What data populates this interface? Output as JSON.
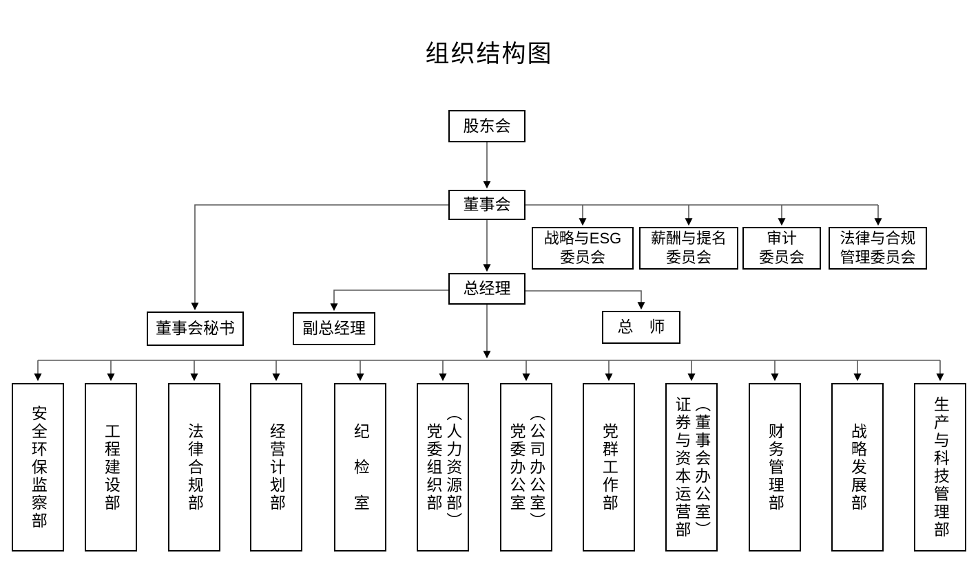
{
  "title": "组织结构图",
  "nodes": {
    "shareholders": {
      "label": "股东会"
    },
    "board": {
      "label": "董事会"
    },
    "general_manager": {
      "label": "总经理"
    },
    "board_secretary": {
      "label": "董事会秘书"
    },
    "deputy_general_manager": {
      "label": "副总经理"
    },
    "chief_engineer": {
      "label": "总　师"
    }
  },
  "committees": [
    {
      "label": "战略与ESG\n委员会"
    },
    {
      "label": "薪酬与提名\n委员会"
    },
    {
      "label": "审计\n委员会"
    },
    {
      "label": "法律与合规\n管理委员会"
    }
  ],
  "departments": [
    {
      "label": "安全环保监察部"
    },
    {
      "label": "工程建设部"
    },
    {
      "label": "法律合规部"
    },
    {
      "label": "经营计划部"
    },
    {
      "label": "纪　检　室"
    },
    {
      "label": "党委组织部\n（人力资源部）"
    },
    {
      "label": "党委办公室\n（公司办公室）"
    },
    {
      "label": "党群工作部"
    },
    {
      "label": "证券与资本运营部\n（董事会办公室）"
    },
    {
      "label": "财务管理部"
    },
    {
      "label": "战略发展部"
    },
    {
      "label": "生产与科技管理部"
    }
  ],
  "colors": {
    "line": "#595959",
    "arrow": "#000000",
    "box_border": "#000000",
    "text": "#000000",
    "background": "#ffffff"
  }
}
